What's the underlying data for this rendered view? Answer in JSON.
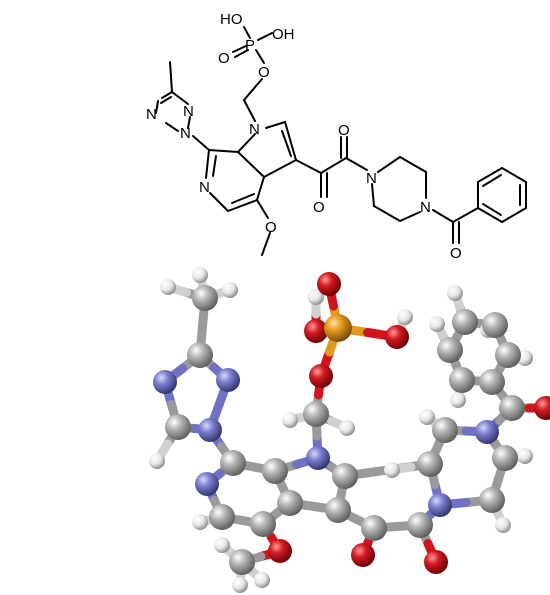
{
  "structure_2d": {
    "labels": {
      "ho_top": "HO",
      "oh_right": "OH",
      "p": "P",
      "o_double_p": "O",
      "o_link": "O",
      "n_pyrrole": "N",
      "n_triazole_a": "N",
      "n_triazole_b": "N",
      "n_triazole_c": "N",
      "n_pyridine": "N",
      "o_methoxy": "O",
      "o_keto_top": "O",
      "o_keto_bottom": "O",
      "n_pip_left": "N",
      "n_pip_right": "N",
      "o_amide": "O"
    }
  },
  "model_3d": {
    "colors": {
      "carbon": "#9a9a9a",
      "hydrogen": "#ececec",
      "nitrogen": "#6f72c4",
      "oxygen": "#d0151f",
      "phosphorus": "#e39a1c"
    }
  }
}
